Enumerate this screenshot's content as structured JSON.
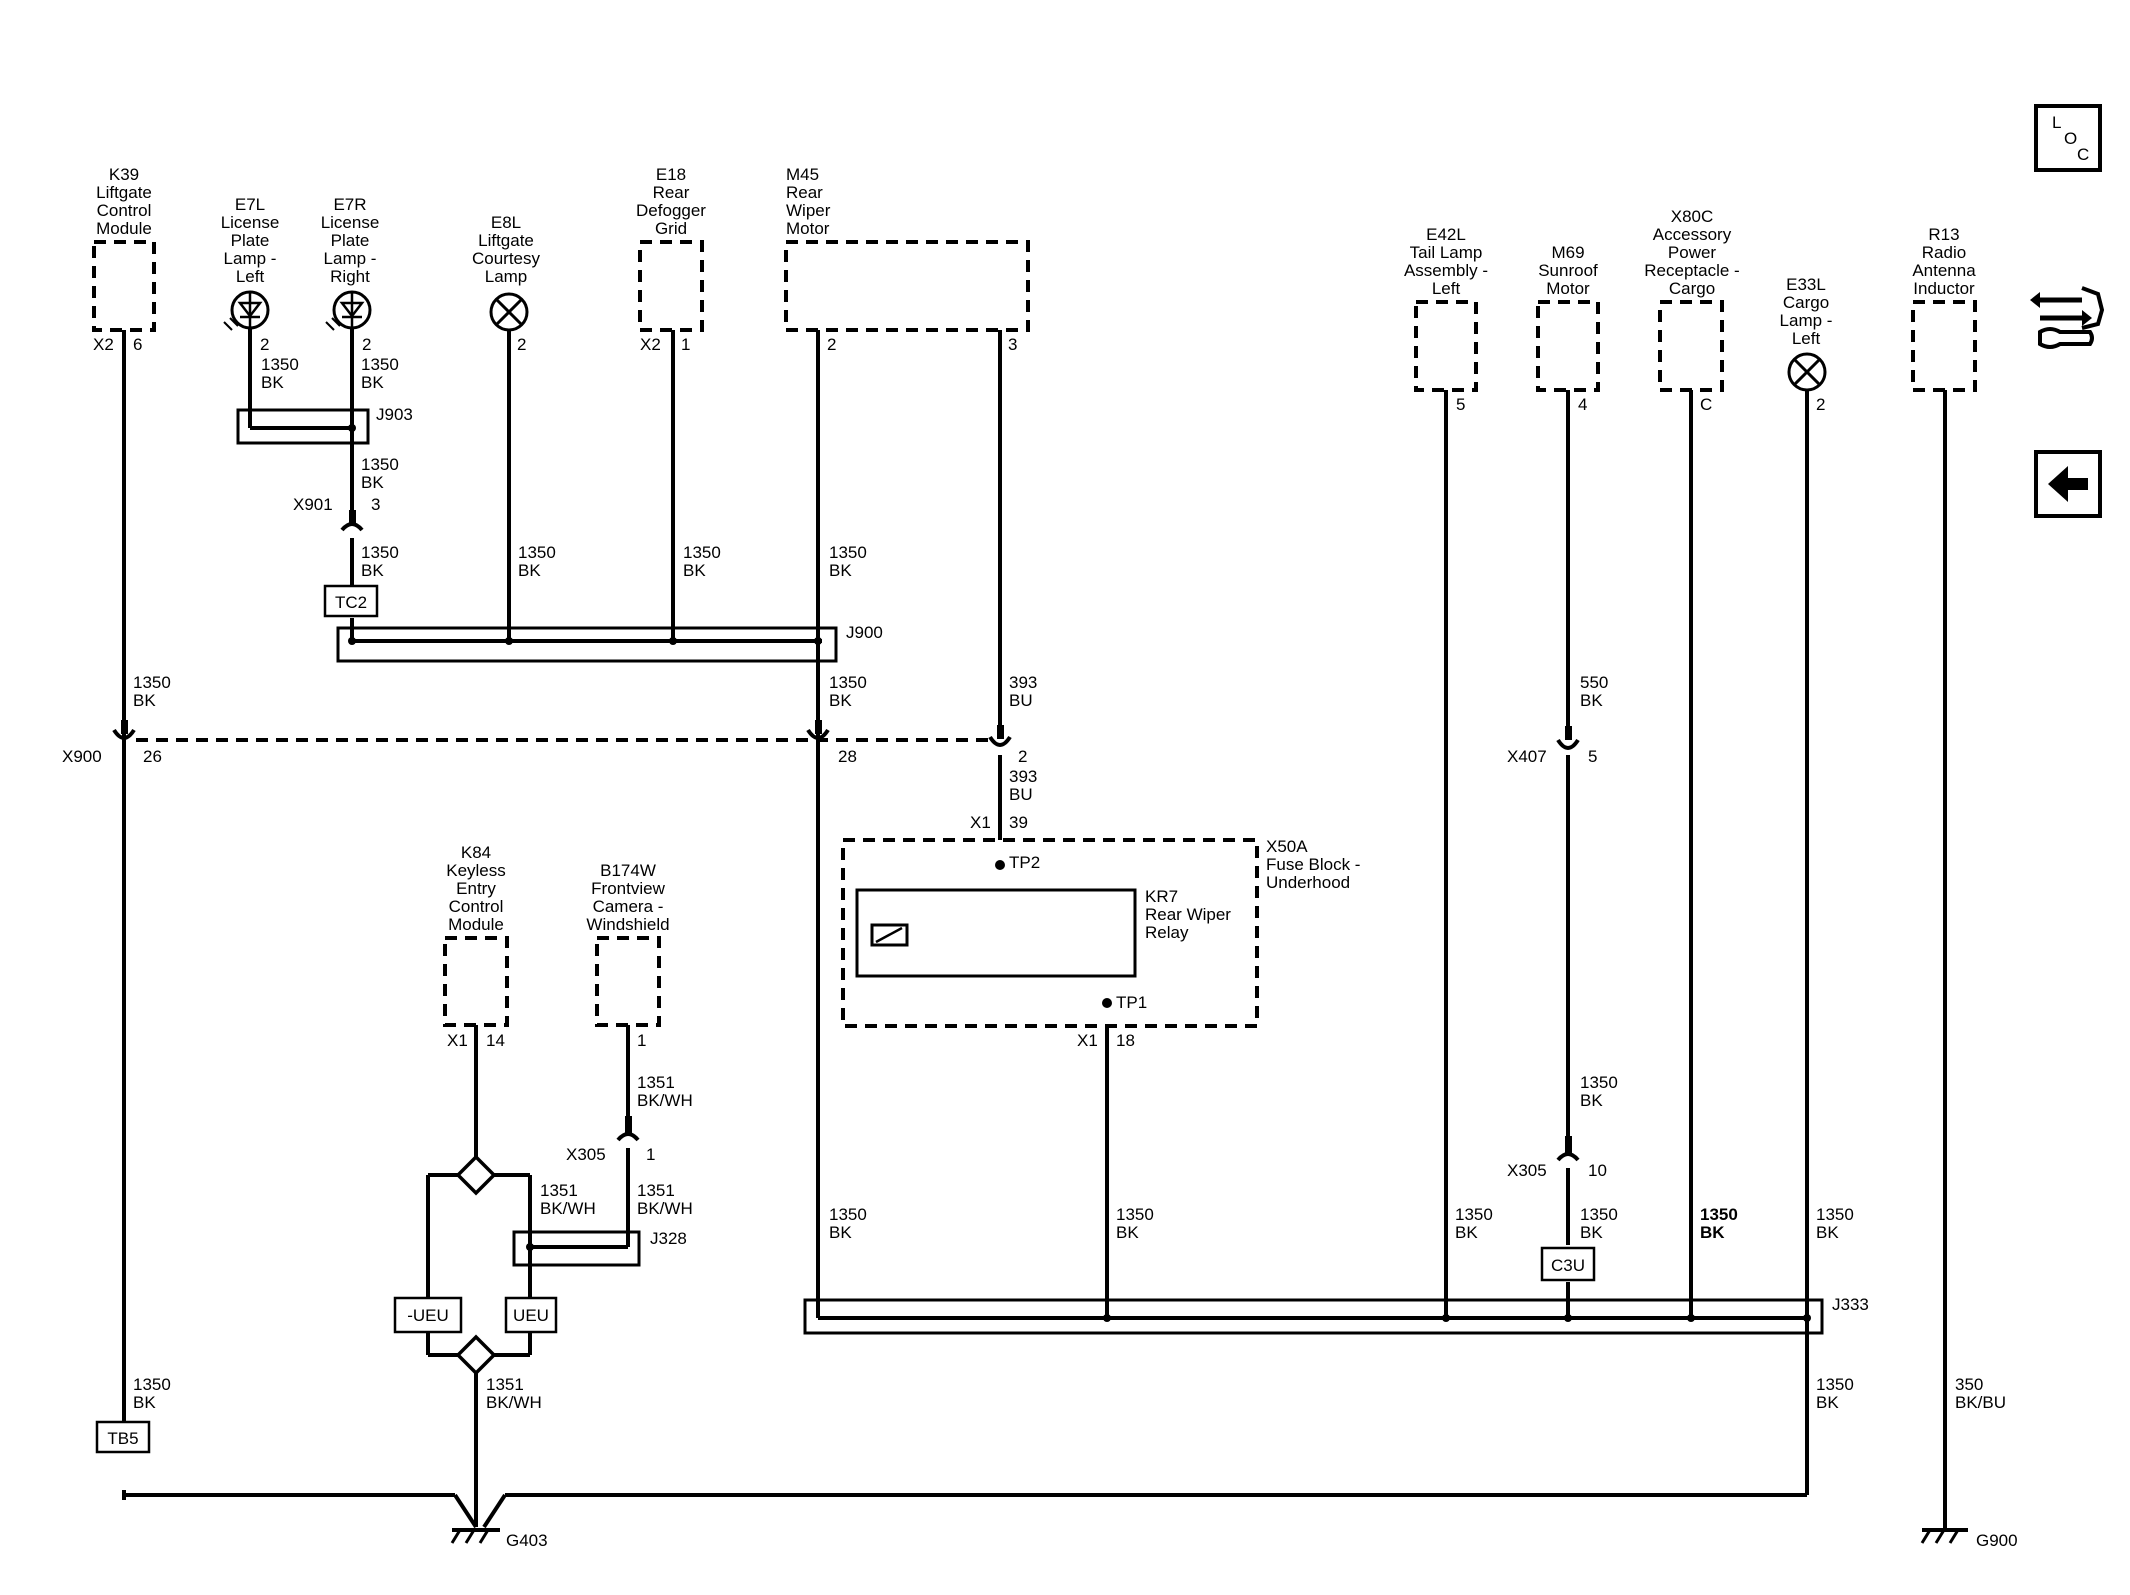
{
  "components": {
    "k39": [
      "K39",
      "Liftgate",
      "Control",
      "Module"
    ],
    "e7l": [
      "E7L",
      "License",
      "Plate",
      "Lamp -",
      "Left"
    ],
    "e7r": [
      "E7R",
      "License",
      "Plate",
      "Lamp -",
      "Right"
    ],
    "e8l": [
      "E8L",
      "Liftgate",
      "Courtesy",
      "Lamp"
    ],
    "e18": [
      "E18",
      "Rear",
      "Defogger",
      "Grid"
    ],
    "m45": [
      "M45",
      "Rear",
      "Wiper",
      "Motor"
    ],
    "e42l": [
      "E42L",
      "Tail Lamp",
      "Assembly -",
      "Left"
    ],
    "m69": [
      "M69",
      "Sunroof",
      "Motor"
    ],
    "x80c": [
      "X80C",
      "Accessory",
      "Power",
      "Receptacle -",
      "Cargo"
    ],
    "e33l": [
      "E33L",
      "Cargo",
      "Lamp -",
      "Left"
    ],
    "r13": [
      "R13",
      "Radio",
      "Antenna",
      "Inductor"
    ],
    "k84": [
      "K84",
      "Keyless",
      "Entry",
      "Control",
      "Module"
    ],
    "b174w": [
      "B174W",
      "Frontview",
      "Camera -",
      "Windshield"
    ],
    "x50a": [
      "X50A",
      "Fuse Block -",
      "Underhood"
    ],
    "kr7": [
      "KR7",
      "Rear Wiper",
      "Relay"
    ]
  },
  "pins": {
    "k39_conn": "X2",
    "k39_pin": "6",
    "e7l_pin": "2",
    "e7r_pin": "2",
    "e8l_pin": "2",
    "e18_conn": "X2",
    "e18_pin": "1",
    "m45_pin_a": "2",
    "m45_pin_b": "3",
    "e42l_pin": "5",
    "m69_pin": "4",
    "x80c_pin": "C",
    "e33l_pin": "2",
    "k84_conn": "X1",
    "k84_pin": "14",
    "b174w_pin": "1",
    "x1_top_conn": "X1",
    "x1_top_pin": "39",
    "x1_bot_conn": "X1",
    "x1_bot_pin": "18"
  },
  "wires": {
    "e7l": [
      "1350",
      "BK"
    ],
    "e7r": [
      "1350",
      "BK"
    ],
    "j903_out": [
      "1350",
      "BK"
    ],
    "x901_out": [
      "1350",
      "BK"
    ],
    "e8l": [
      "1350",
      "BK"
    ],
    "e18": [
      "1350",
      "BK"
    ],
    "m45_a": [
      "1350",
      "BK"
    ],
    "k39": [
      "1350",
      "BK"
    ],
    "j900_out": [
      "1350",
      "BK"
    ],
    "m45_b": [
      "393",
      "BU"
    ],
    "x900_2_out": [
      "393",
      "BU"
    ],
    "m69": [
      "550",
      "BK"
    ],
    "b174w": [
      "1351",
      "BK/WH"
    ],
    "k84_left": [
      "1351",
      "BK/WH"
    ],
    "x305_out": [
      "1351",
      "BK/WH"
    ],
    "m69_x305": [
      "1350",
      "BK"
    ],
    "c3u_in": [
      "1350",
      "BK"
    ],
    "main_left": [
      "1350",
      "BK"
    ],
    "tp1_out": [
      "1350",
      "BK"
    ],
    "e42l": [
      "1350",
      "BK"
    ],
    "x80c": [
      "1350",
      "BK"
    ],
    "e33l": [
      "1350",
      "BK"
    ],
    "k39_low": [
      "1350",
      "BK"
    ],
    "ueu_out": [
      "1351",
      "BK/WH"
    ],
    "j333_out": [
      "1350",
      "BK"
    ],
    "r13": [
      "350",
      "BK/BU"
    ]
  },
  "connectors": {
    "x900": "X900",
    "x900_p1": "26",
    "x900_p2": "28",
    "x900_p3": "2",
    "x901": "X901",
    "x901_pin": "3",
    "x407": "X407",
    "x407_pin": "5",
    "x305_a": "X305",
    "x305_a_pin": "1",
    "x305_b": "X305",
    "x305_b_pin": "10",
    "tp2": "TP2",
    "tp1": "TP1"
  },
  "splices": {
    "j903": "J903",
    "j900": "J900",
    "j328": "J328",
    "j333": "J333",
    "tc2": "TC2",
    "tb5": "TB5",
    "c3u": "C3U",
    "ueu_neg": "-UEU",
    "ueu": "UEU"
  },
  "grounds": {
    "g403": "G403",
    "g900": "G900"
  },
  "toolbar": {
    "loc": [
      "L",
      "O",
      "C"
    ]
  },
  "icons": [
    "loc-icon",
    "connector-swap-icon",
    "back-arrow-icon"
  ]
}
